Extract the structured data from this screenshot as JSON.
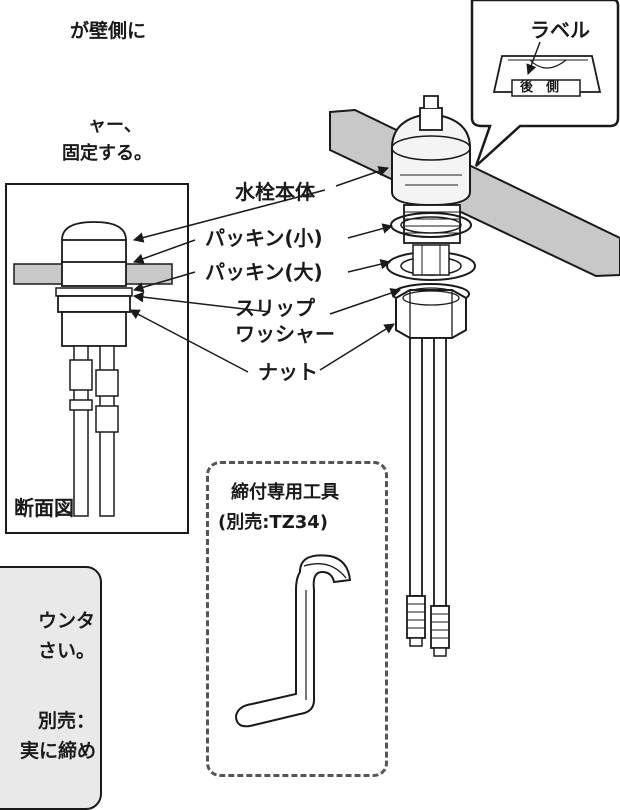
{
  "instructions_top": {
    "line1": "が壁側に",
    "line2": "ャー、",
    "line3": "固定する。"
  },
  "callout": {
    "label_title": "ラベル",
    "label_text": "後　側"
  },
  "parts": {
    "body": "水栓本体",
    "packing_small": "パッキン(小)",
    "packing_large": "パッキン(大)",
    "slip_line1": "スリップ",
    "slip_line2": "ワッシャー",
    "nut": "ナット"
  },
  "section_view": {
    "title": "断面図"
  },
  "tool": {
    "name": "締付専用工具",
    "note": "(別売:TZ34)"
  },
  "note_box": {
    "line1": "ウンタ",
    "line2": "さい。",
    "line3": "別売：",
    "line4": "実に締め"
  },
  "colors": {
    "line": "#1a1a1a",
    "counter": "#c8c8c8",
    "note_bg": "#e9e9e9",
    "dash": "#555555"
  }
}
